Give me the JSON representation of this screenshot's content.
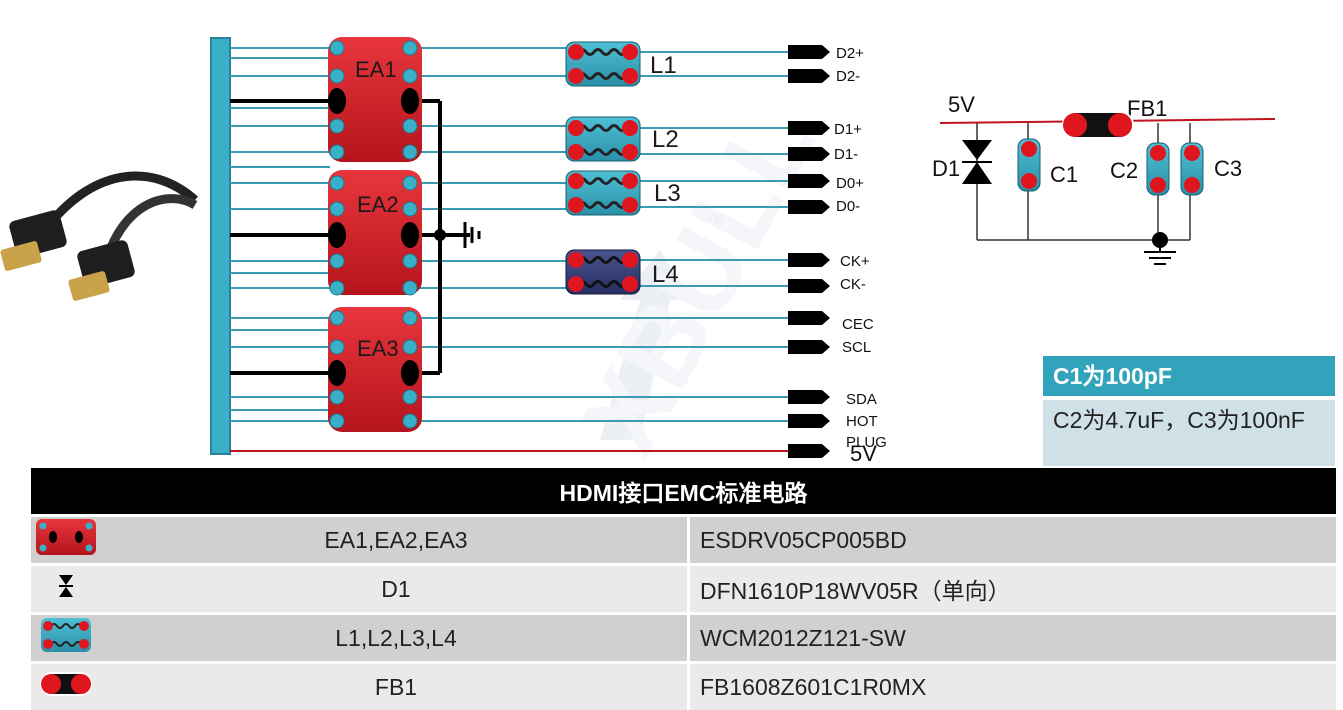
{
  "schematic": {
    "chips": [
      {
        "label": "EA1"
      },
      {
        "label": "EA2"
      },
      {
        "label": "EA3"
      }
    ],
    "chokes": [
      {
        "label": "L1",
        "style": "teal"
      },
      {
        "label": "L2",
        "style": "teal"
      },
      {
        "label": "L3",
        "style": "teal"
      },
      {
        "label": "L4",
        "style": "navy"
      }
    ],
    "signals": [
      "D2+",
      "D2-",
      "D1+",
      "D1-",
      "D0+",
      "D0-",
      "CK+",
      "CK-",
      "CEC",
      "SCL",
      "SDA",
      "HOT",
      "PLUG",
      "5V"
    ],
    "watermark": "XBULL",
    "trademark": "TM"
  },
  "power_circuit": {
    "rail_label": "5V",
    "ferrite_label": "FB1",
    "diode_label": "D1",
    "cap_labels": [
      "C1",
      "C2",
      "C3"
    ]
  },
  "notes": {
    "title": "C1为100pF",
    "body": "C2为4.7uF，C3为100nF"
  },
  "bom": {
    "title": "HDMI接口EMC标准电路",
    "rows": [
      {
        "icon": "esd-array-icon",
        "name": "EA1,EA2,EA3",
        "part": "ESDRV05CP005BD"
      },
      {
        "icon": "diode-icon",
        "name": "D1",
        "part": "DFN1610P18WV05R（单向）"
      },
      {
        "icon": "common-mode-choke-icon",
        "name": "L1,L2,L3,L4",
        "part": "WCM2012Z121-SW"
      },
      {
        "icon": "ferrite-bead-icon",
        "name": "FB1",
        "part": "FB1608Z601C1R0MX"
      }
    ]
  },
  "colors": {
    "signal_line": "#3a9bb5",
    "chip_red": "#d3202a",
    "pin_teal": "#3ab0c8",
    "bom_header": "#000000",
    "note_header": "#31a3bb",
    "note_body": "#cfe0e7"
  }
}
